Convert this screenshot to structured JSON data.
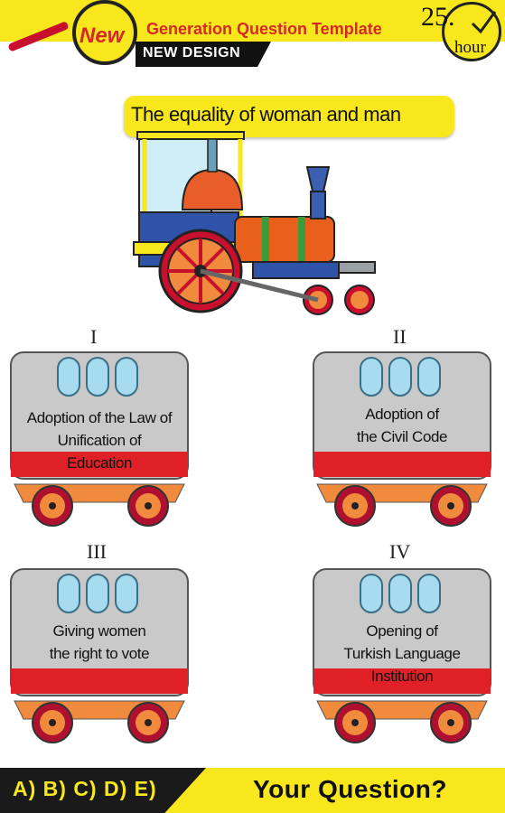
{
  "header": {
    "badge": "New",
    "title": "Generation Question Template",
    "subtitle": "NEW DESIGN",
    "duration": {
      "value": "25",
      "unit": "hour"
    }
  },
  "question": {
    "title": "The equality of woman and man"
  },
  "wagons": [
    {
      "numeral": "I",
      "lines": [
        "Adoption of the Law of",
        "Unification of",
        "Education"
      ]
    },
    {
      "numeral": "II",
      "lines": [
        "Adoption of",
        "the Civil Code"
      ]
    },
    {
      "numeral": "III",
      "lines": [
        "Giving women",
        "the right to vote"
      ]
    },
    {
      "numeral": "IV",
      "lines": [
        "Opening of",
        "Turkish Language",
        "Institution"
      ]
    }
  ],
  "footer": {
    "answers": "A) B) C) D) E)",
    "prompt": "Your Question?"
  },
  "colors": {
    "yellow": "#f8e71c",
    "red": "#d62828",
    "wagon_gray": "#c9c9c9",
    "wagon_red": "#e02027",
    "window_blue": "#a7dbef"
  }
}
